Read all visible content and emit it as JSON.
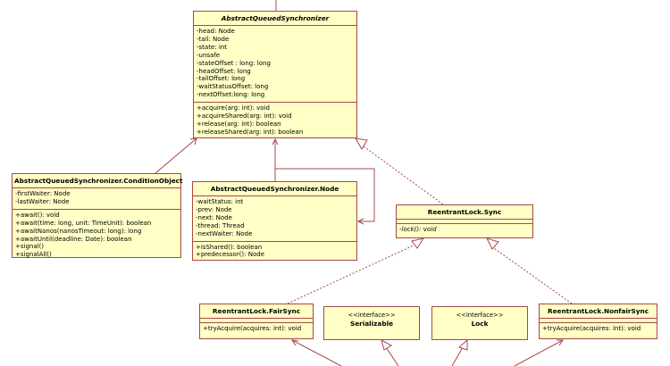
{
  "diagram": {
    "type": "uml-class-diagram",
    "classes": {
      "aqs": {
        "name": "AbstractQueuedSynchronizer",
        "abstract": true,
        "attributes": [
          "-head: Node",
          "-tail: Node",
          "-state: int",
          "-unsafe",
          "-stateOffset : long: long",
          "-headOffset: long",
          "-tailOffset: long",
          "-waitStatusOffset: long",
          "-nextOffset:long: long"
        ],
        "operations": [
          "+acquire(arg: int): void",
          "+acquireShared(arg: int): void",
          "+release(arg: int): boolean",
          "+releaseShared(arg: int): boolean"
        ]
      },
      "condition_object": {
        "name": "AbstractQueuedSynchronizer.ConditionObject",
        "attributes": [
          "-firstWaiter: Node",
          "-lastWaiter: Node"
        ],
        "operations": [
          "+await(): void",
          "+await(time: long, unit: TimeUnit): boolean",
          "+awaitNanos(nanosTimeout: long): long",
          "+awaitUntil(deadline: Date): boolean",
          "+signal()",
          "+signalAll()"
        ]
      },
      "node": {
        "name": "AbstractQueuedSynchronizer.Node",
        "attributes": [
          "-waitStatus: int",
          "-prev: Node",
          "-next: Node",
          "-thread: Thread",
          "-nextWaiter: Node"
        ],
        "operations": [
          "+isShared(): boolean",
          "+predecessor(): Node"
        ]
      },
      "sync": {
        "name": "ReentrantLock.Sync",
        "attributes": [],
        "operations": [
          "-lock(): void"
        ]
      },
      "fair_sync": {
        "name": "ReentrantLock.FairSync",
        "attributes": [],
        "operations": [
          "+tryAcquire(acquires: int): void"
        ]
      },
      "serializable": {
        "stereotype": "<<interface>>",
        "name": "Serializable"
      },
      "lock": {
        "stereotype": "<<interface>>",
        "name": "Lock"
      },
      "nonfair_sync": {
        "name": "ReentrantLock.NonfairSync",
        "attributes": [],
        "operations": [
          "+tryAcquire(acquires: int): void"
        ]
      }
    },
    "relations": [
      {
        "from": "condition_object",
        "to": "aqs",
        "kind": "association"
      },
      {
        "from": "node",
        "to": "aqs",
        "kind": "association"
      },
      {
        "from": "node",
        "to": "node",
        "kind": "self-association"
      },
      {
        "from": "sync",
        "to": "aqs",
        "kind": "generalization-dashed"
      },
      {
        "from": "fair_sync",
        "to": "sync",
        "kind": "generalization-dashed"
      },
      {
        "from": "nonfair_sync",
        "to": "sync",
        "kind": "generalization-dashed"
      },
      {
        "from": "offscreen",
        "to": "fair_sync",
        "kind": "association"
      },
      {
        "from": "offscreen",
        "to": "serializable",
        "kind": "realization"
      },
      {
        "from": "offscreen",
        "to": "lock",
        "kind": "realization"
      },
      {
        "from": "offscreen",
        "to": "nonfair_sync",
        "kind": "association"
      }
    ],
    "colors": {
      "box_fill": "#ffffc6",
      "line": "#a8474a"
    }
  }
}
